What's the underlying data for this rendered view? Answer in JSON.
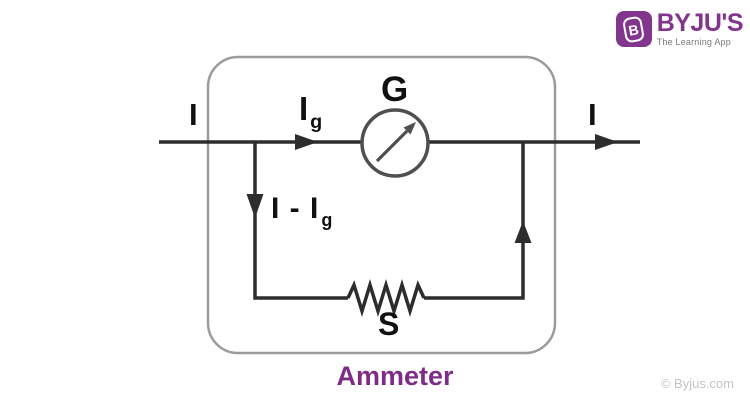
{
  "page": {
    "background": "#ffffff"
  },
  "logo": {
    "icon_letter": "B",
    "brand": "BYJU'S",
    "tagline": "The Learning App",
    "brand_color": "#82358c",
    "tagline_color": "#77787b"
  },
  "diagram": {
    "caption": "Ammeter",
    "caption_color": "#7e2d87",
    "labels": {
      "current_in": "I",
      "galvanometer_current_main": "I",
      "galvanometer_current_sub": "g",
      "galvanometer": "G",
      "current_out": "I",
      "shunt_current_main": "I - I",
      "shunt_current_sub": "g",
      "shunt": "S"
    },
    "colors": {
      "wire": "#2d2d2d",
      "box_border": "#9b9b9b",
      "meter_stroke": "#4f4f4f",
      "label_color": "#111111"
    }
  },
  "footer": {
    "copyright": "© Byjus.com",
    "color": "#c4c4c4"
  }
}
